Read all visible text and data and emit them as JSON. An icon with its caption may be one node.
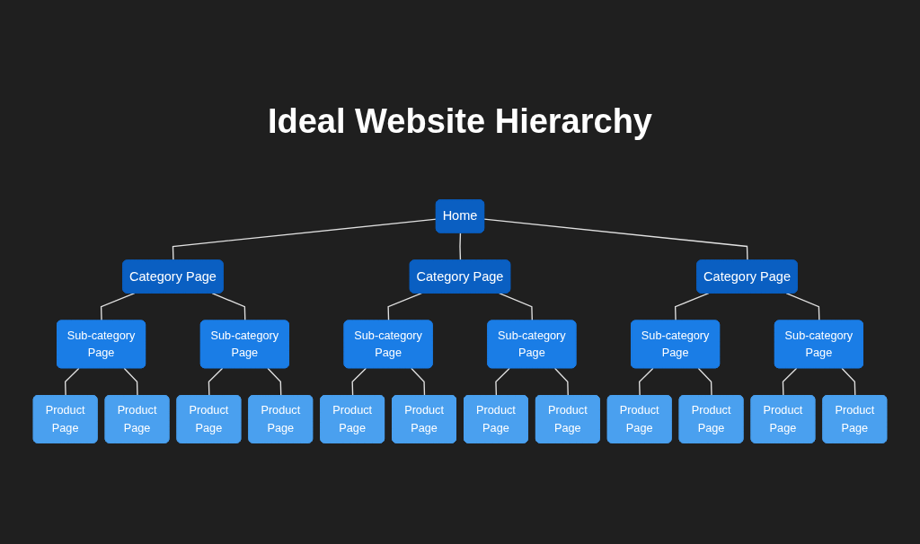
{
  "diagram": {
    "title": "Ideal Website Hierarchy",
    "nodes": [
      {
        "text": [
          "Home"
        ]
      },
      {
        "text": [
          "Category Page"
        ]
      },
      {
        "text": [
          "Category Page"
        ]
      },
      {
        "text": [
          "Category Page"
        ]
      },
      {
        "text": [
          "Sub-category Page"
        ]
      },
      {
        "text": [
          "Sub-category Page"
        ]
      },
      {
        "text": [
          "Sub-category Page"
        ]
      },
      {
        "text": [
          "Sub-category Page"
        ]
      },
      {
        "text": [
          "Sub-category Page"
        ]
      },
      {
        "text": [
          "Sub-category Page"
        ]
      },
      {
        "text": [
          "Product Page"
        ]
      },
      {
        "text": [
          "Product Page"
        ]
      },
      {
        "text": [
          "Product Page"
        ]
      },
      {
        "text": [
          "Product Page"
        ]
      },
      {
        "text": [
          "Product Page"
        ]
      },
      {
        "text": [
          "Product Page"
        ]
      },
      {
        "text": [
          "Product Page"
        ]
      },
      {
        "text": [
          "Product Page"
        ]
      },
      {
        "text": [
          "Product Page"
        ]
      },
      {
        "text": [
          "Product Page"
        ]
      },
      {
        "text": [
          "Product Page"
        ]
      },
      {
        "text": [
          "Product Page"
        ]
      }
    ],
    "edges": [
      {
        "from": 0,
        "to": 1,
        "arrow": "none"
      },
      {
        "from": 0,
        "to": 2,
        "arrow": "none"
      },
      {
        "from": 0,
        "to": 3,
        "arrow": "none"
      },
      {
        "from": 1,
        "to": 4,
        "arrow": "none"
      },
      {
        "from": 1,
        "to": 5,
        "arrow": "none"
      },
      {
        "from": 2,
        "to": 6,
        "arrow": "none"
      },
      {
        "from": 2,
        "to": 7,
        "arrow": "none"
      },
      {
        "from": 3,
        "to": 8,
        "arrow": "none"
      },
      {
        "from": 3,
        "to": 9,
        "arrow": "none"
      },
      {
        "from": 4,
        "to": 10,
        "arrow": "none"
      },
      {
        "from": 4,
        "to": 11,
        "arrow": "none"
      },
      {
        "from": 5,
        "to": 12,
        "arrow": "none"
      },
      {
        "from": 5,
        "to": 13,
        "arrow": "none"
      },
      {
        "from": 6,
        "to": 14,
        "arrow": "none"
      },
      {
        "from": 6,
        "to": 15,
        "arrow": "none"
      },
      {
        "from": 7,
        "to": 16,
        "arrow": "none"
      },
      {
        "from": 7,
        "to": 17,
        "arrow": "none"
      },
      {
        "from": 8,
        "to": 18,
        "arrow": "none"
      },
      {
        "from": 8,
        "to": 19,
        "arrow": "none"
      },
      {
        "from": 9,
        "to": 20,
        "arrow": "none"
      },
      {
        "from": 9,
        "to": 21,
        "arrow": "none"
      }
    ]
  }
}
